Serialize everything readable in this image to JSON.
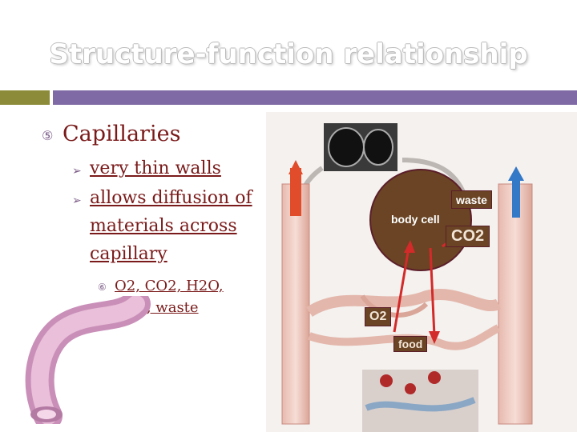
{
  "slide": {
    "title": "Structure-function relationship",
    "heading": "Capillaries",
    "bullets": [
      "very thin walls",
      "allows diffusion of materials across capillary"
    ],
    "bullet_line1": "allows diffusion of",
    "bullet_line2": "materials across",
    "bullet_line3": "capillary",
    "sub_line1": "O2, CO2, H2O,",
    "sub_line2": "food, waste"
  },
  "diagram": {
    "waste": "waste",
    "body_cell": "body cell",
    "co2": "CO2",
    "o2": "O2",
    "food": "food"
  },
  "colors": {
    "title_bar_left": "#8b8b3a",
    "title_bar_right": "#7f6aa5",
    "text": "#7a1a1a",
    "body_cell": "#6a4424"
  }
}
